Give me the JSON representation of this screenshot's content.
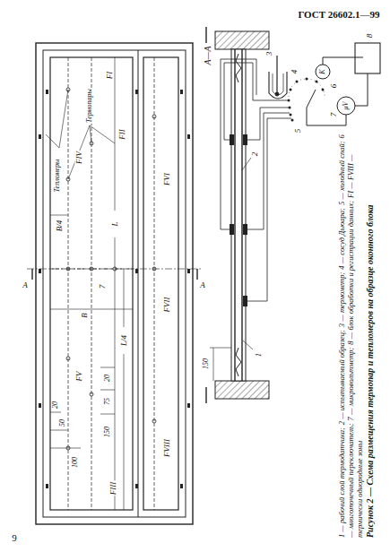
{
  "diagram": {
    "caption": "Рисунок 2 — Схема размещения термопар и тепломеров на образце оконного блока",
    "labels": [
      "ГОСТ 26602.1—99",
      "9",
      "А—А",
      "А",
      "А",
      "Термопары",
      "Тепломеры",
      "B/4",
      "B",
      "L",
      "L/4",
      "7",
      "20",
      "50",
      "100",
      "150",
      "75",
      "20",
      "FI",
      "FII",
      "FIII",
      "FIV",
      "FV",
      "FVI",
      "FVII",
      "FVIII",
      "150",
      "1",
      "2",
      "3",
      "4",
      "5",
      "6",
      "7",
      "8",
      "K",
      "μV",
      "1 — рабочий слой термодатчика;",
      "2 — испытываемый образец;",
      "3 — термометр;",
      "4 — сосуд Дьюара;",
      "5 — холодный спай;",
      "6 — многоточечный переключатель;",
      "7 — микровольтметр;",
      "8 — блок обработки и регистрации данных;",
      "FI — FVIII — термически однородные зоны"
    ]
  }
}
